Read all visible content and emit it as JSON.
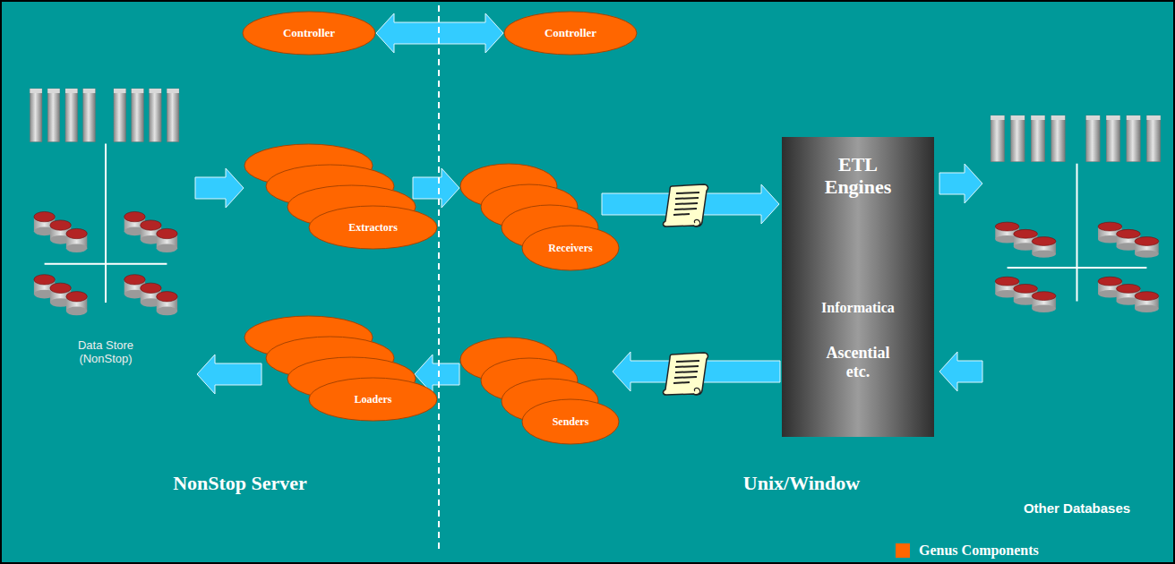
{
  "diagram": {
    "nodes": [
      {
        "text": [
          "Controller"
        ]
      },
      {
        "text": [
          "Controller"
        ]
      },
      {
        "text": [
          "Data Store (NonStop)"
        ]
      },
      {
        "text": [
          "Extractors"
        ]
      },
      {
        "text": [
          "Receivers"
        ]
      },
      {
        "text": [
          "ETL Engines",
          "Informatica",
          "Ascential etc."
        ]
      },
      {
        "text": [
          "Other Databases"
        ]
      },
      {
        "text": [
          "Loaders"
        ]
      },
      {
        "text": [
          "Senders"
        ]
      }
    ],
    "edges": [
      {
        "from": 0,
        "to": 1,
        "arrow": "both"
      },
      {
        "from": 2,
        "to": 3,
        "arrow": "to"
      },
      {
        "from": 3,
        "to": 4,
        "arrow": "to"
      },
      {
        "from": 4,
        "to": 5,
        "arrow": "to"
      },
      {
        "from": 5,
        "to": 6,
        "arrow": "to"
      },
      {
        "from": 6,
        "to": 5,
        "arrow": "to"
      },
      {
        "from": 5,
        "to": 8,
        "arrow": "to"
      },
      {
        "from": 8,
        "to": 7,
        "arrow": "to"
      },
      {
        "from": 7,
        "to": 2,
        "arrow": "to"
      }
    ],
    "labels": [
      "NonStop Server",
      "Unix/Window"
    ],
    "legend": [
      {
        "text": "Genus Components",
        "color": "#FF6600"
      }
    ]
  }
}
